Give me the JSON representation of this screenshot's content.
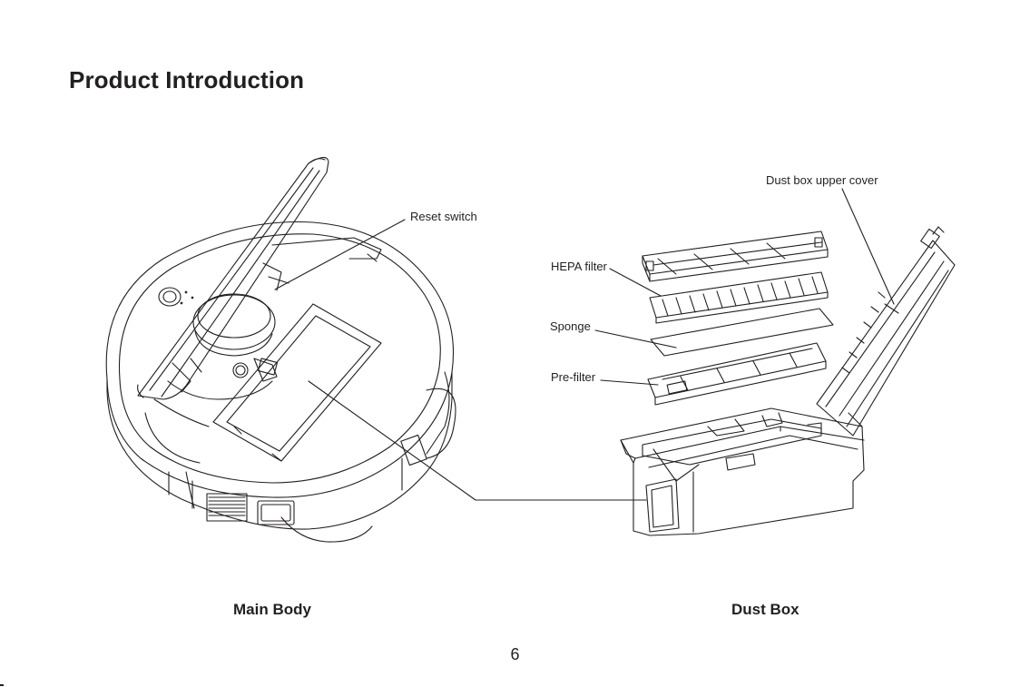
{
  "page": {
    "title": "Product Introduction",
    "page_number": "6"
  },
  "labels": {
    "reset_switch": "Reset switch",
    "dust_box_upper_cover": "Dust box upper cover",
    "hepa_filter": "HEPA filter",
    "sponge": "Sponge",
    "pre_filter": "Pre-filter"
  },
  "captions": {
    "main_body": "Main Body",
    "dust_box": "Dust Box"
  },
  "colors": {
    "line": "#231f20",
    "background": "#ffffff"
  }
}
